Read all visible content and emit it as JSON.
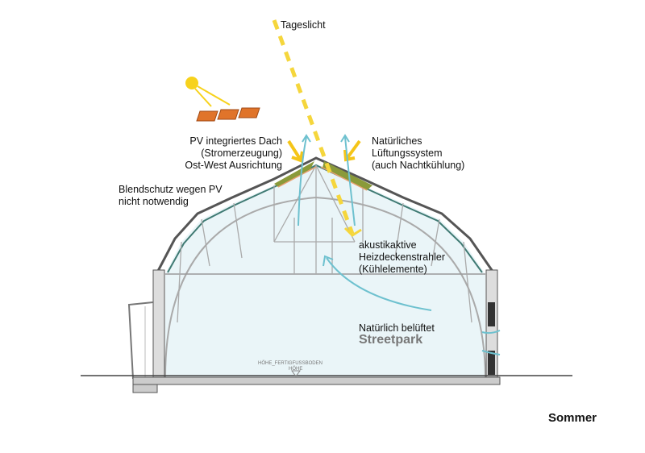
{
  "labels": {
    "daylight": "Tageslicht",
    "pv_roof": [
      "PV integriertes Dach",
      "(Stromerzeugung)",
      "Ost-West Ausrichtung"
    ],
    "ventilation": [
      "Natürliches",
      "Lüftungssystem",
      "(auch Nachtkühlung)"
    ],
    "glare": [
      "Blendschutz wegen PV",
      "nicht notwendig"
    ],
    "acoustic": [
      "akustikaktive",
      "Heizdeckenstrahler",
      "(Kühlelemente)"
    ],
    "natural_vent": "Natürlich belüftet",
    "streetpark": "Streetpark",
    "floor_level": "HÖHE_FERTIGFUSSBODEN",
    "floor_level_sub": "HÖHE",
    "season": "Sommer"
  },
  "colors": {
    "sun": "#f7d21c",
    "daylight": "#f5d63c",
    "airflow": "#6ec1cf",
    "pv": "#8a9a3a",
    "interior": "#eaf5f8",
    "structure": "#9a9a9a",
    "panel": "#e0742a"
  }
}
